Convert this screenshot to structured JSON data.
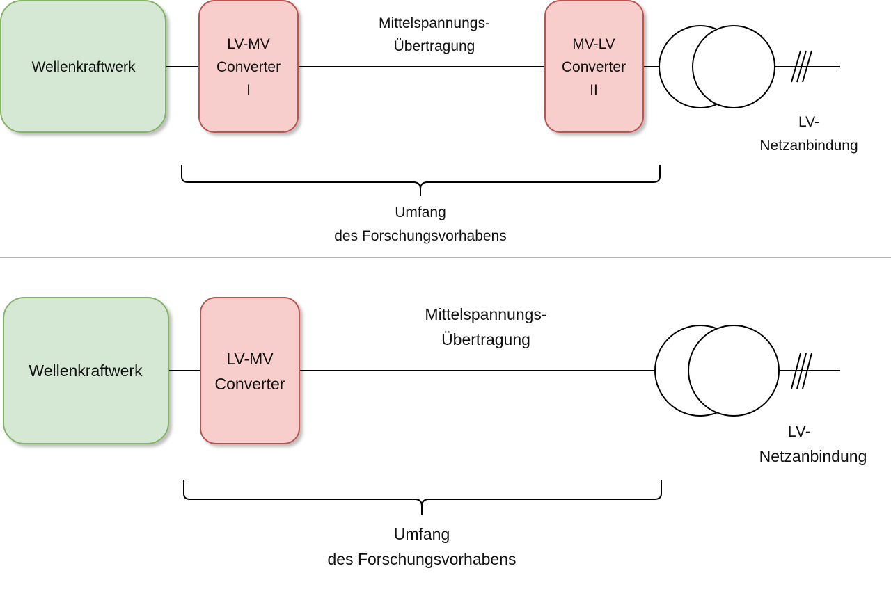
{
  "colors": {
    "plant_fill": "#d5e8d4",
    "plant_stroke": "#82b366",
    "converter_fill": "#f8cecc",
    "converter_stroke": "#b85450",
    "line": "#000000",
    "divider": "#999999"
  },
  "top": {
    "plant_label": "Wellenkraftwerk",
    "converter1_lines": [
      "LV-MV",
      "Converter",
      "I"
    ],
    "transmission_lines": [
      "Mittelspannungs-",
      "Übertragung"
    ],
    "converter2_lines": [
      "MV-LV",
      "Converter",
      "II"
    ],
    "grid_lines": [
      "LV-",
      "Netzanbindung"
    ],
    "scope_lines": [
      "Umfang",
      "des Forschungsvorhabens"
    ]
  },
  "bottom": {
    "plant_label": "Wellenkraftwerk",
    "converter1_lines": [
      "LV-MV",
      "Converter"
    ],
    "transmission_lines": [
      "Mittelspannungs-",
      "Übertragung"
    ],
    "grid_lines": [
      "LV-",
      "Netzanbindung"
    ],
    "scope_lines": [
      "Umfang",
      "des Forschungsvorhabens"
    ]
  }
}
